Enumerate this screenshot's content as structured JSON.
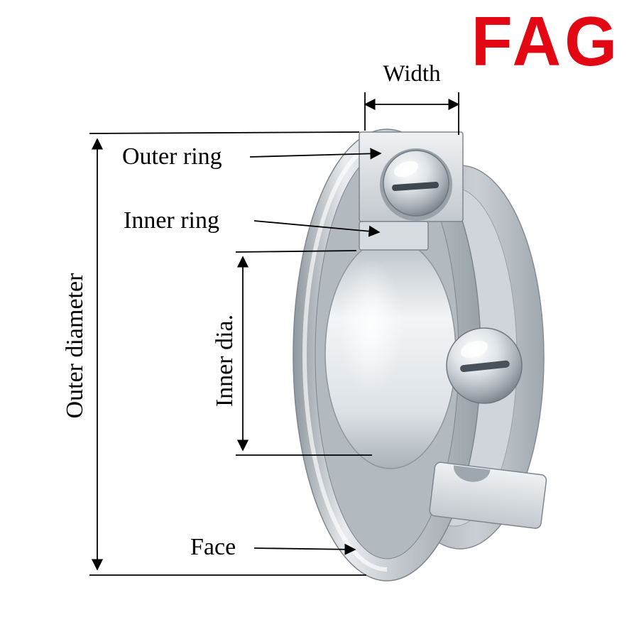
{
  "logo": {
    "text": "FAG",
    "color": "#e30613"
  },
  "diagram": {
    "labels": {
      "width": "Width",
      "outer_ring": "Outer ring",
      "inner_ring": "Inner ring",
      "outer_diameter": "Outer diameter",
      "inner_dia": "Inner dia.",
      "face": "Face"
    },
    "colors": {
      "annotation": "#000000",
      "background": "#ffffff",
      "metal_highlight": "#f2f5f7",
      "metal_mid": "#c6ccd2",
      "metal_shadow": "#8a9198"
    }
  }
}
